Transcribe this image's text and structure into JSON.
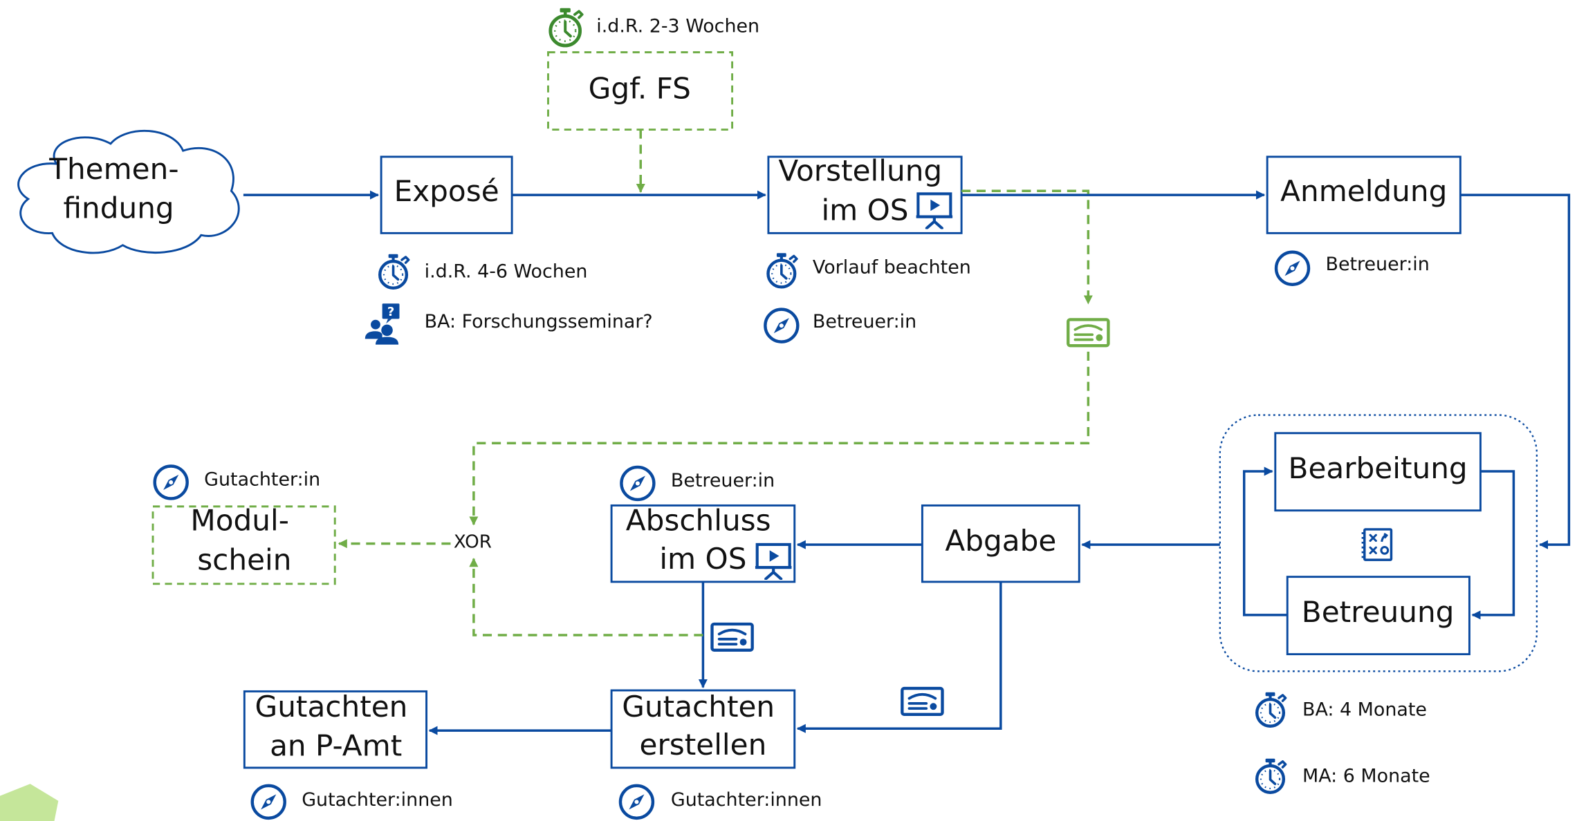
{
  "colors": {
    "blue": "#0a4aa0",
    "green": "#70ad47",
    "dark_green": "#3c8a2e",
    "text": "#111111"
  },
  "nodes": {
    "themenfindung": [
      "Themen-",
      "findung"
    ],
    "expose": "Exposé",
    "ggf_fs": "Ggf. FS",
    "vorstellung": [
      "Vorstellung",
      "im OS"
    ],
    "anmeldung": "Anmeldung",
    "bearbeitung": "Bearbeitung",
    "betreuung": "Betreuung",
    "abgabe": "Abgabe",
    "abschluss": [
      "Abschluss",
      "im OS"
    ],
    "modulschein": [
      "Modul-",
      "schein"
    ],
    "xor": "XOR",
    "gutachten_erstellen": [
      "Gutachten",
      "erstellen"
    ],
    "gutachten_pamt": [
      "Gutachten",
      "an P-Amt"
    ]
  },
  "annotations": {
    "fs_duration": "i.d.R. 2-3 Wochen",
    "expose_duration": "i.d.R. 4-6 Wochen",
    "expose_ba": "BA: Forschungsseminar?",
    "vorstellung_duration": "Vorlauf beachten",
    "vorstellung_role": "Betreuer:in",
    "anmeldung_role": "Betreuer:in",
    "abschluss_role": "Betreuer:in",
    "modulschein_role": "Gutachter:in",
    "gutachten_pamt_role": "Gutachter:innen",
    "gutachten_erstellen_role": "Gutachter:innen",
    "ba_duration": "BA: 4 Monate",
    "ma_duration": "MA: 6 Monate"
  },
  "icons": [
    "stopwatch-icon",
    "compass-icon",
    "presentation-icon",
    "form-icon",
    "person-question-icon",
    "plan-board-icon",
    "cloud-shape"
  ]
}
